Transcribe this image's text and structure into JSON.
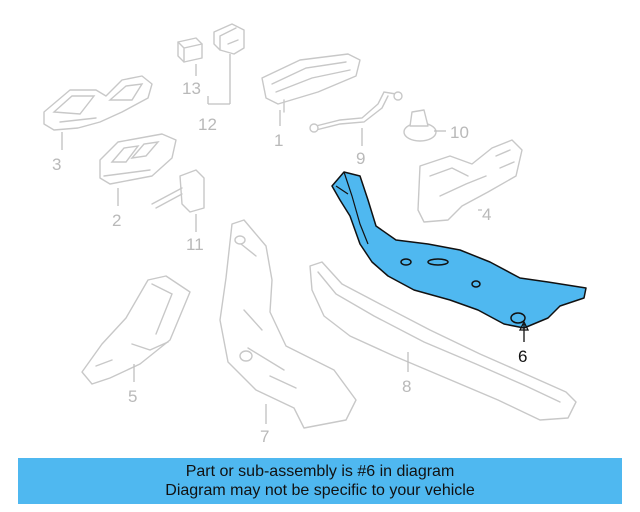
{
  "callouts": {
    "c1": "1",
    "c2": "2",
    "c3": "3",
    "c4": "4",
    "c5": "5",
    "c6": "6",
    "c7": "7",
    "c8": "8",
    "c9": "9",
    "c10": "10",
    "c11": "11",
    "c12": "12",
    "c13": "13"
  },
  "highlighted_part": "6",
  "colors": {
    "highlight": "#4fb8f0",
    "banner": "#4fb8f0",
    "ghost_outline": "#c8c8c8"
  },
  "banner": {
    "line1": "Part or sub-assembly is #6 in diagram",
    "line2": "Diagram may not be specific to your vehicle"
  }
}
